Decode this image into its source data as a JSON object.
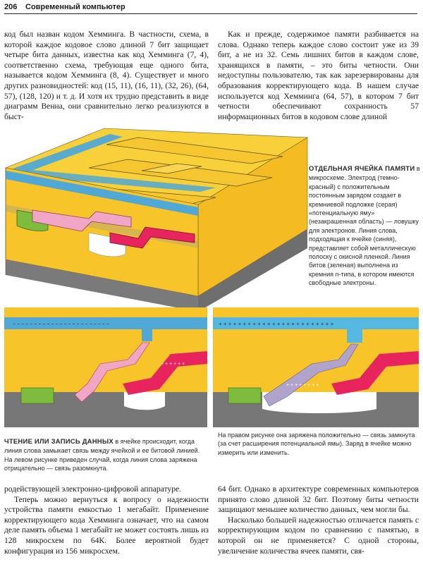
{
  "header": {
    "page_number": "206",
    "title": "Современный компьютер"
  },
  "col1": [
    "код был назван кодом Хемминга. В частности, схема, в которой каждое кодовое слово длиной 7 бит защищает четыре бита данных, известна как код Хемминга (7, 4), соответственно схема, требующая еще одного бита, называется кодом Хемминга (8, 4). Существует и много других разновидностей: код (15, 11), (16, 11), (32, 26), (64, 57), (128, 120) и т. д. И хотя их трудно представить в виде диаграмм Венна, они сравнительно легко реализуются в быст-"
  ],
  "col2": [
    "Как и прежде, содержимое памяти разбивается на слова. Однако теперь каждое слово состоит уже из 39 бит, а не из 32. Семь лишних битов в каждом слове, хранящихся в памяти, – это биты четности. Они недоступны пользователю, так как зарезервированы для образования корректирующего кода. В нашем случае используется код Хемминга (64, 57), в котором 7 бит четности обеспечивают сохранность 57 информационных битов в кодовом слове длиной"
  ],
  "caption_cell": {
    "heading": "ОТДЕЛЬНАЯ ЯЧЕЙКА ПАМЯТИ",
    "text": "в микросхеме. Электрод (темно-красный) с положительным постоянным зарядом создает в кремниевой подложке (серая) «потенциальную яму» (незакрашенная область) — ловушку для электронов. Линия слова, подходящая к ячейке (синяя), представляет собой металлическую полоску с окисной пленкой. Линия битов (зеленая) выполнена из кремния n-типа, в котором имеются свободные электроны."
  },
  "caption_rw": {
    "heading": "ЧТЕНИЕ ИЛИ ЗАПИСЬ ДАННЫХ",
    "text": "в ячейке происходит, когда линия слова замыкает связь между ячейкой и ее битовой линией. На левом рисунке приведен случай, когда линия слова заряжена отрицательно — связь разомкнута."
  },
  "caption_right": {
    "text": "На правом рисунке она заряжена положительно — связь замкнута (за счет расширения потенциальной ямы). Заряд в ячейке можно измерить или изменить."
  },
  "col3": [
    "родействующей электронно-цифровой аппаратуре.",
    "Теперь можно вернуться к вопросу о надежности устройства памяти емкостью 1 мегабайт. Применение корректирующего кода Хемминга означает, что на самом деле память объема 1 мегабайт не может состоять лишь из 128 микросхем по 64К. Более вероятной будет конфигурация из 156 микросхем."
  ],
  "col4": [
    "64 бит. Однако в архитектуре современных компьютеров принято слово длиной 32 бит. Поэтому биты четности защищают меньшее количество данных, чем могли бы.",
    "Насколько большей надежностью отличается память с корректирующим кодом по сравнению с памятью, в которой он не применяется? С одной стороны, увеличение количества ячеек памяти, свя-"
  ],
  "colors": {
    "yellow": "#f7c52a",
    "blue": "#4fa8d6",
    "gray": "#777777",
    "green": "#7fbb3c",
    "pink": "#f2a6c6",
    "red": "#e8245f",
    "cyan": "#56b8e0",
    "purple": "#b0a4cc"
  }
}
